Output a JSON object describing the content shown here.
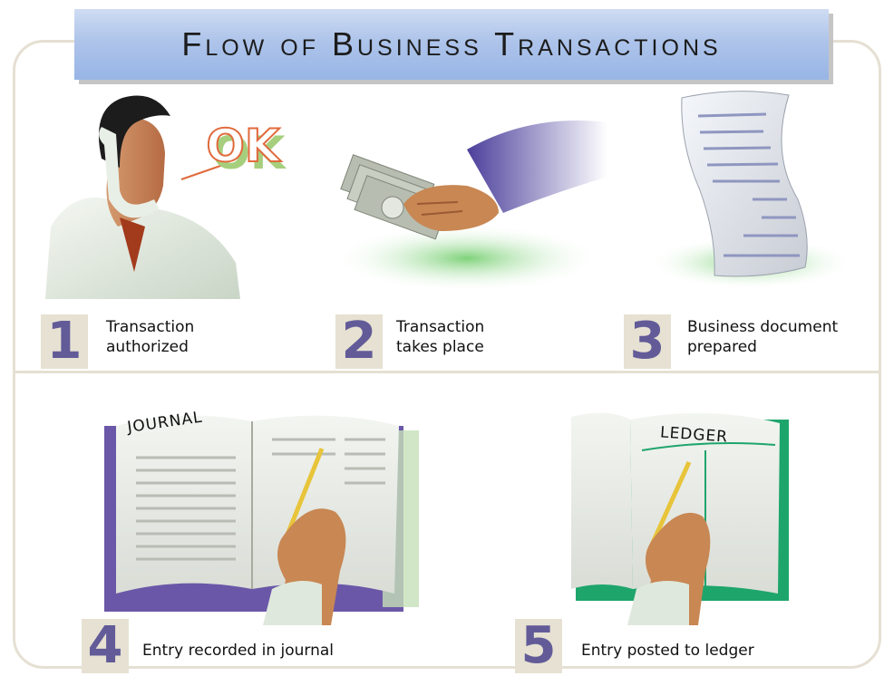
{
  "title": "Flow of Business Transactions",
  "badge_text": "OK",
  "steps": [
    {
      "number": "1",
      "label": "Transaction\nauthorized",
      "icon": "phone-call-icon"
    },
    {
      "number": "2",
      "label": "Transaction\ntakes place",
      "icon": "money-exchange-icon"
    },
    {
      "number": "3",
      "label": "Business document\nprepared",
      "icon": "document-icon"
    },
    {
      "number": "4",
      "label": "Entry recorded in journal",
      "icon": "journal-icon"
    },
    {
      "number": "5",
      "label": "Entry posted to ledger",
      "icon": "ledger-icon"
    }
  ],
  "books": {
    "journal": "JOURNAL",
    "ledger": "LEDGER"
  },
  "colors": {
    "accent": "#625b98",
    "title_bar": "#a9c0e8",
    "number_box": "#e6e1d2",
    "journal_cover": "#6b57a8",
    "ledger_cover": "#1ea56c",
    "ok_text": "#e06a3c"
  }
}
